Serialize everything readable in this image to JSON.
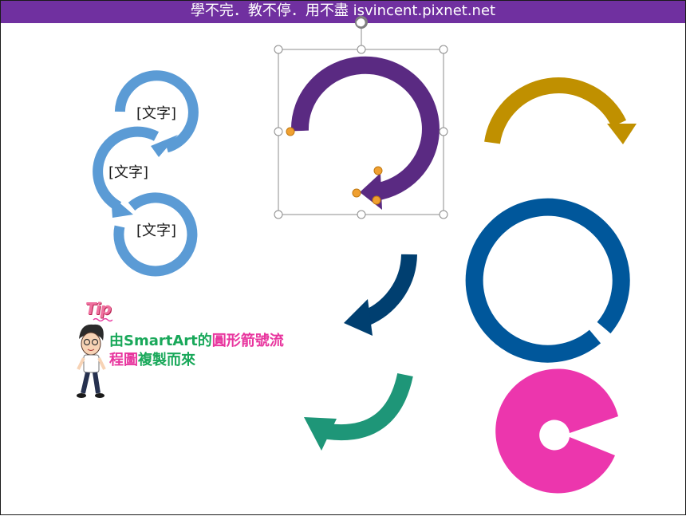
{
  "banner": {
    "text": "學不完．教不停．用不盡 isvincent.pixnet.net"
  },
  "smartart_labels": [
    "[文字]",
    "[文字]",
    "[文字]"
  ],
  "tip": {
    "title": "Tip",
    "line1": {
      "part1": "由SmartArt的",
      "part2": "圓形箭號流"
    },
    "line2": {
      "part1": "程圖",
      "part2": "複製而來"
    }
  },
  "colors": {
    "banner": "#7030a0",
    "cycle_blue": "#5b9bd5",
    "purple_arrow": "#5a2a82",
    "gold_arrow": "#c09000",
    "navy_arrow": "#003f70",
    "blue_ring": "#00579b",
    "teal_arrow": "#1e9678",
    "pink_pie": "#ec36ad",
    "tip_green": "#19a85a",
    "tip_pink": "#e8359e"
  }
}
